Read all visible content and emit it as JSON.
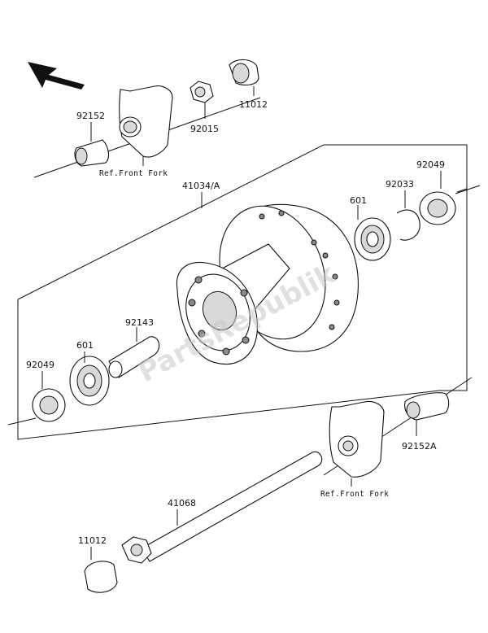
{
  "labels": {
    "p92152": "92152",
    "p92015": "92015",
    "p11012_top": "11012",
    "ref_fork_top": "Ref.Front Fork",
    "p41034": "41034/A",
    "p601_right": "601",
    "p92033": "92033",
    "p92049_right": "92049",
    "p92143": "92143",
    "p601_left": "601",
    "p92049_left": "92049",
    "p92152a": "92152A",
    "ref_fork_bottom": "Ref.Front Fork",
    "p41068": "41068",
    "p11012_bottom": "11012"
  },
  "watermark": "PartsRepublik",
  "colors": {
    "line": "#111111",
    "shade": "#d9d9d9",
    "watermark": "#c8c8c8"
  }
}
